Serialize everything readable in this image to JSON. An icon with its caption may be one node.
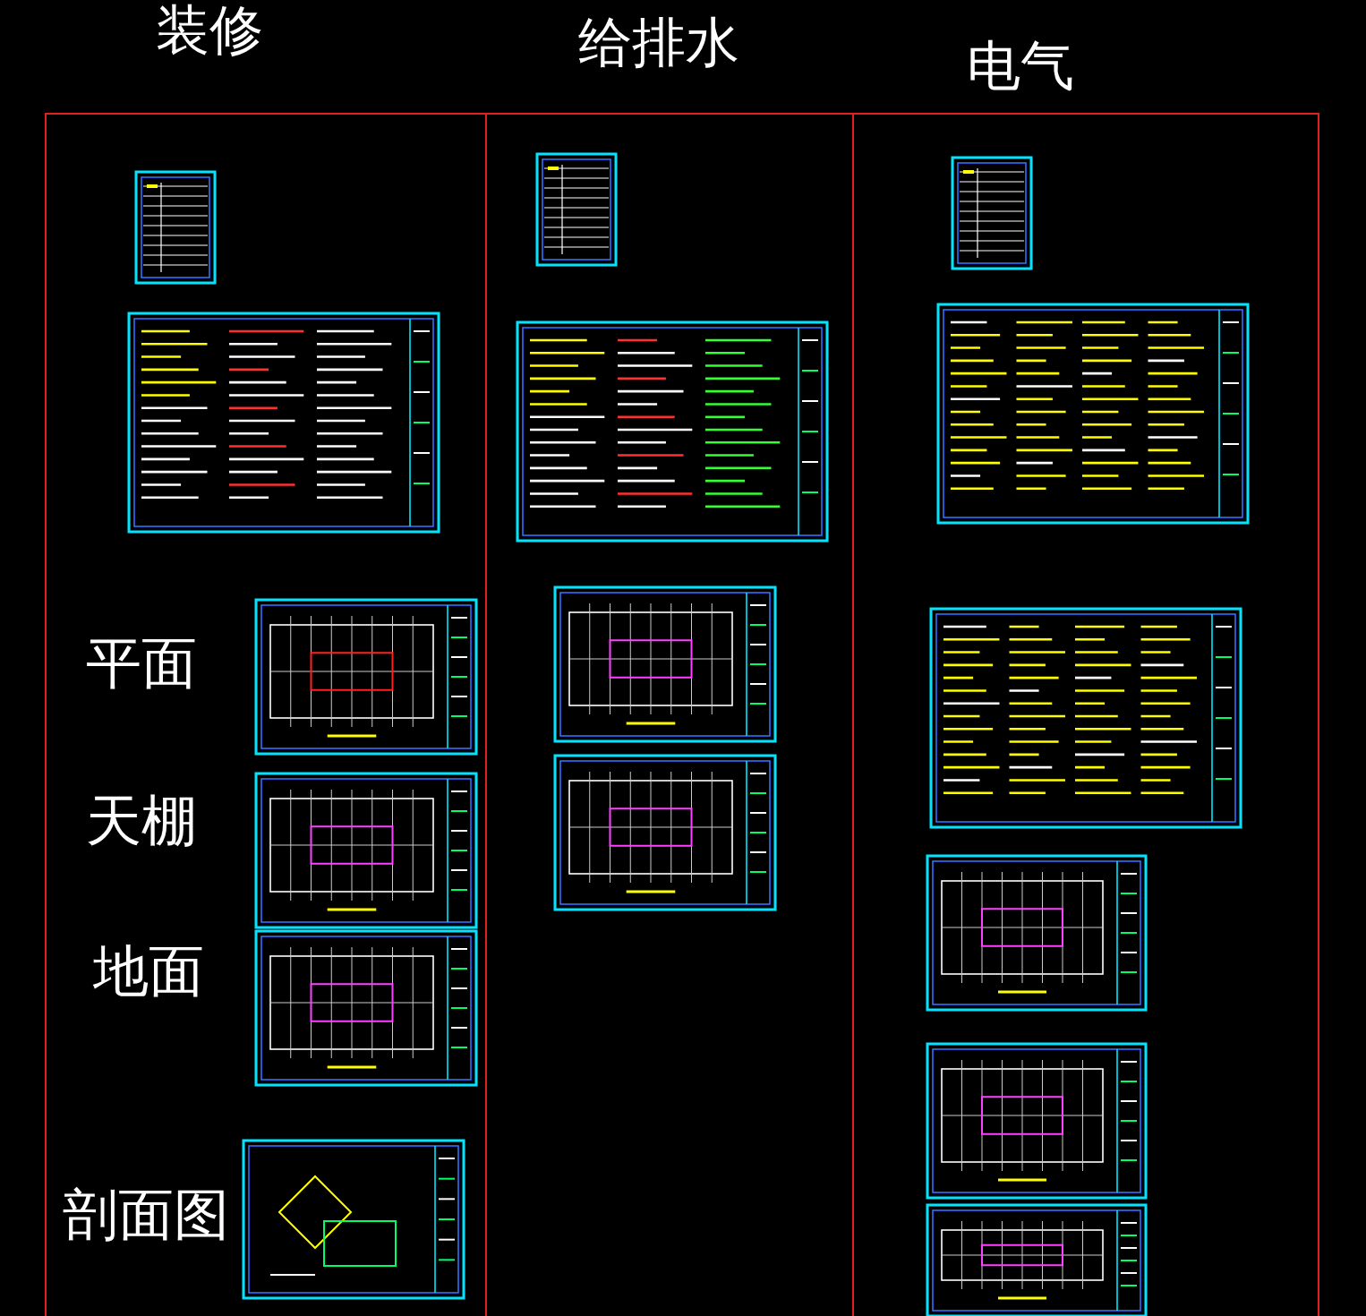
{
  "diagram": {
    "nodes": [
      {
        "text": [
          "装修"
        ]
      },
      {
        "text": [
          "给排水"
        ]
      },
      {
        "text": [
          "电气"
        ]
      }
    ],
    "labels": [
      "平面",
      "天棚",
      "地面",
      "剖面图"
    ]
  }
}
